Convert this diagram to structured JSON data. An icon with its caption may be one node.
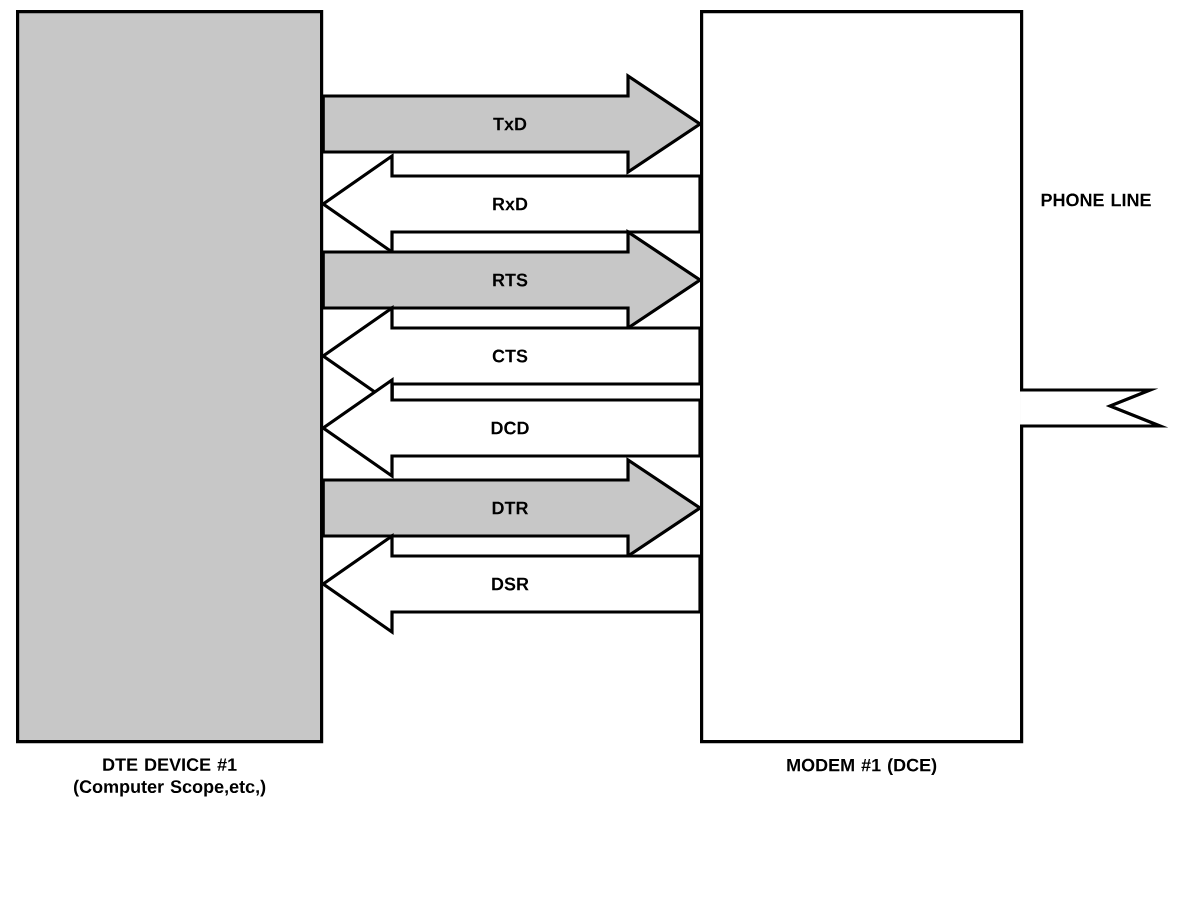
{
  "diagram": {
    "nodes": [
      {
        "text": [
          "DTE DEVICE #1 (Computer Scope,etc,)"
        ]
      },
      {
        "text": [
          "MODEM #1 (DCE)"
        ]
      }
    ],
    "edges": [
      {
        "from": 0,
        "to": 1,
        "arrow": "to",
        "label": "TxD"
      },
      {
        "from": 1,
        "to": 0,
        "arrow": "to",
        "label": "RxD"
      },
      {
        "from": 0,
        "to": 1,
        "arrow": "to",
        "label": "RTS"
      },
      {
        "from": 1,
        "to": 0,
        "arrow": "to",
        "label": "CTS"
      },
      {
        "from": 1,
        "to": 0,
        "arrow": "to",
        "label": "DCD"
      },
      {
        "from": 0,
        "to": 1,
        "arrow": "to",
        "label": "DTR"
      },
      {
        "from": 1,
        "to": 0,
        "arrow": "to",
        "label": "DSR"
      }
    ],
    "labels": [
      "PHONE LINE"
    ]
  }
}
